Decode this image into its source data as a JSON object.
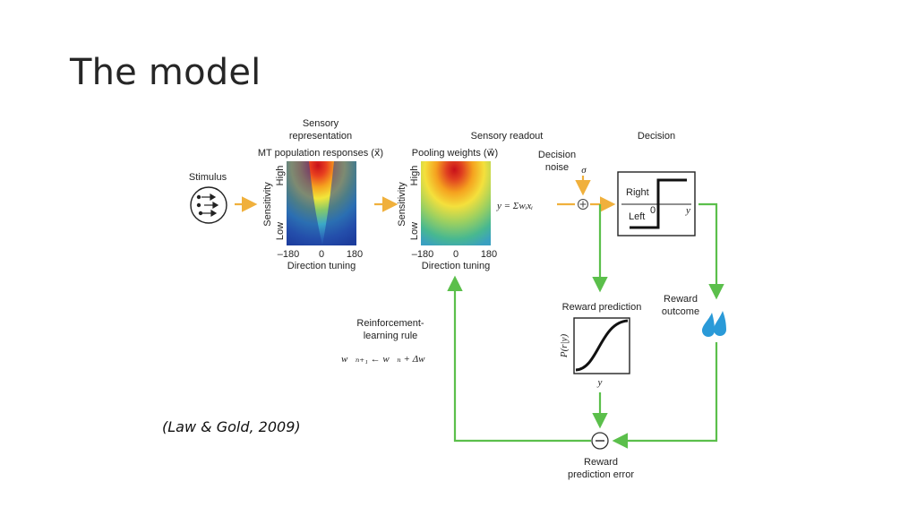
{
  "title": "The model",
  "citation": "(Law & Gold, 2009)",
  "colors": {
    "orange": "#f0b03c",
    "green": "#5bbf4b",
    "water": "#2a9ad8"
  },
  "labels": {
    "sensory_representation_1": "Sensory",
    "sensory_representation_2": "representation",
    "mt_responses": "MT population responses (x⃗)",
    "sensory_readout": "Sensory readout",
    "decision": "Decision",
    "stimulus": "Stimulus",
    "pooling_weights": "Pooling weights (w⃗)",
    "decision_noise_1": "Decision",
    "decision_noise_2": "noise",
    "sigma": "σ",
    "sensitivity": "Sensitivity",
    "high": "High",
    "low": "Low",
    "tick_m180": "–180",
    "tick_0": "0",
    "tick_180": "180",
    "direction_tuning": "Direction tuning",
    "readout_eq": "y = Σwᵢxᵢ",
    "right": "Right",
    "left": "Left",
    "zero": "0",
    "y": "y",
    "reward_prediction": "Reward prediction",
    "reward_outcome_1": "Reward",
    "reward_outcome_2": "outcome",
    "p_r_y": "P(r|y)",
    "reinforcement_1": "Reinforcement-",
    "reinforcement_2": "learning rule",
    "learning_rule": "w⃗ₙ₊₁ ← w⃗ₙ + Δw⃗",
    "rpe_1": "Reward",
    "rpe_2": "prediction error"
  }
}
